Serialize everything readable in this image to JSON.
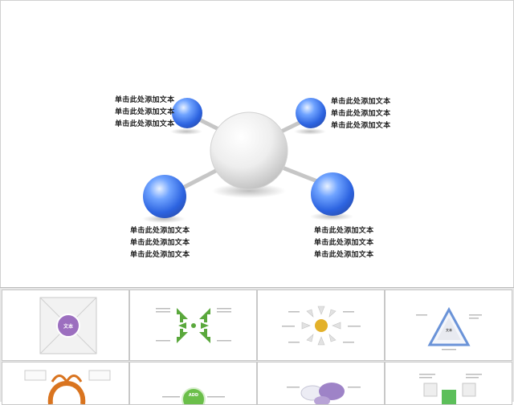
{
  "slide": {
    "labels": {
      "top_left": [
        "单击此处添加文本",
        "单击此处添加文本",
        "单击此处添加文本"
      ],
      "top_right": [
        "单击此处添加文本",
        "单击此处添加文本",
        "单击此处添加文本"
      ],
      "bottom_left": [
        "单击此处添加文本",
        "单击此处添加文本",
        "单击此处添加文本"
      ],
      "bottom_right": [
        "单击此处添加文本",
        "单击此处添加文本",
        "单击此处添加文本"
      ]
    },
    "colors": {
      "sphere_blue": "#3f7ef0",
      "sphere_grey": "#d8d8d8",
      "connector": "#bdbdbd"
    }
  },
  "thumbnails": {
    "t1": {
      "center_text": "文本",
      "accent": "#9c6fbf"
    },
    "t2": {
      "accent": "#5aa83c"
    },
    "t3": {
      "accent": "#e3b12a"
    },
    "t4": {
      "center_text": "文本",
      "accent": "#6a93d8"
    },
    "t5": {
      "accent": "#d9741f"
    },
    "t6": {
      "center_text": "ADD",
      "accent": "#6bbf4a"
    },
    "t7": {
      "accent": "#9e83c7"
    },
    "t8": {
      "accent": "#5cbf5a"
    }
  }
}
